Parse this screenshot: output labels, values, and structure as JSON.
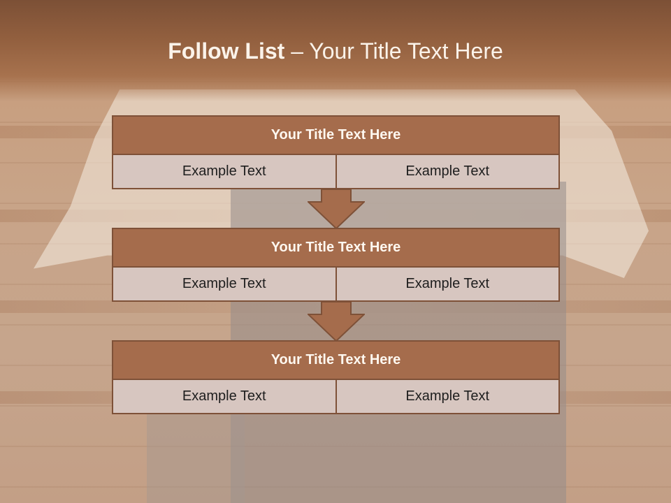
{
  "title": {
    "strong": "Follow List",
    "rest": " – Your Title Text Here"
  },
  "steps": [
    {
      "heading": "Your Title Text Here",
      "cells": [
        "Example Text",
        "Example Text"
      ]
    },
    {
      "heading": "Your Title Text Here",
      "cells": [
        "Example Text",
        "Example Text"
      ]
    },
    {
      "heading": "Your Title Text Here",
      "cells": [
        "Example Text",
        "Example Text"
      ]
    }
  ],
  "colors": {
    "header_fill": "#a56c4c",
    "border": "#7e5138",
    "cell_fill": "#d7c6c0",
    "arrow_fill": "#a56c4c"
  },
  "icons": [
    "down-arrow-icon"
  ]
}
